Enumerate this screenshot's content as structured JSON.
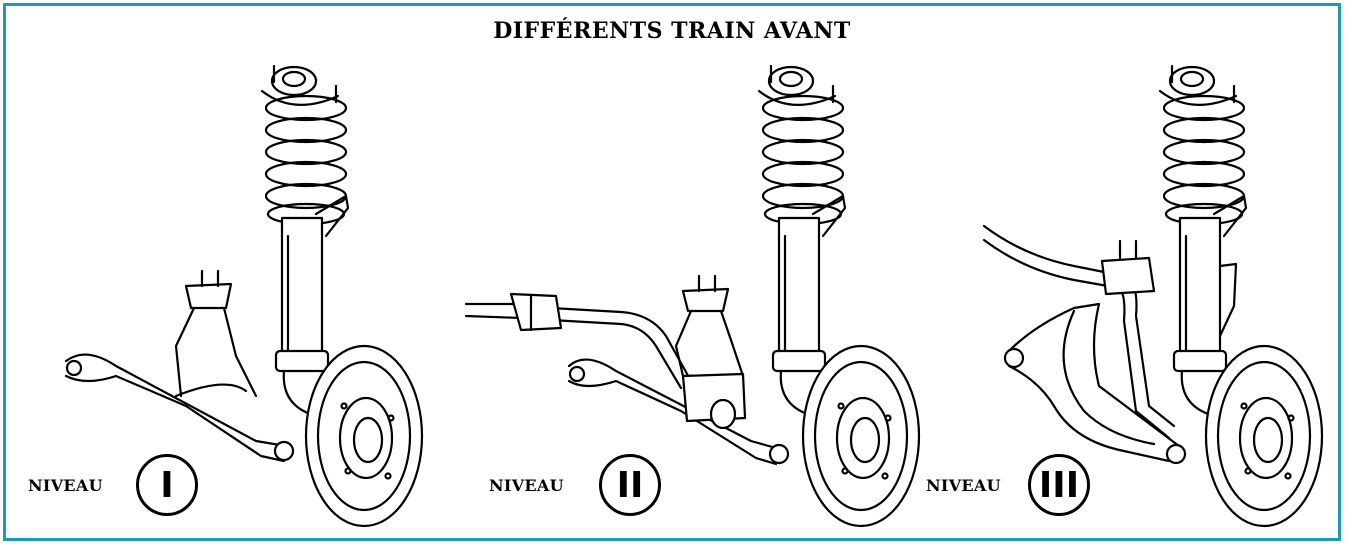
{
  "title": "DIFFÉRENTS TRAIN AVANT",
  "colors": {
    "border": "#1a9cb7",
    "ink": "#000000",
    "paper": "#ffffff"
  },
  "panels": [
    {
      "label": "NIVEAU",
      "level": "I"
    },
    {
      "label": "NIVEAU",
      "level": "II"
    },
    {
      "label": "NIVEAU",
      "level": "III"
    }
  ]
}
